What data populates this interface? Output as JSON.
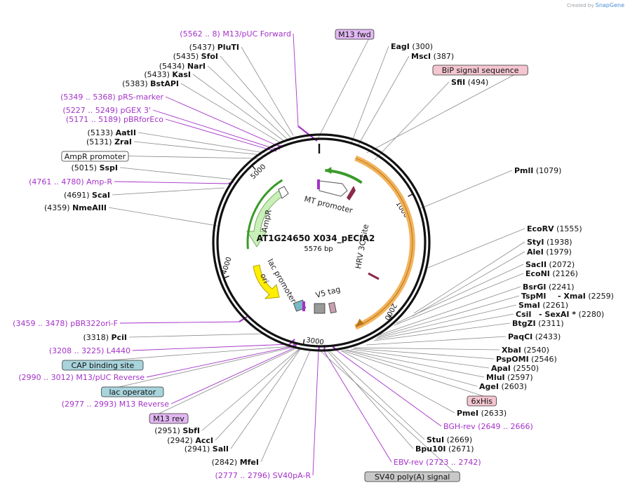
{
  "app": {
    "credit_prefix": "Created by",
    "credit_brand": "SnapGene"
  },
  "plasmid": {
    "name": "AT1G24650 X034_pECIA2",
    "length_text": "5576 bp"
  },
  "ticks": [
    "1000",
    "2000",
    "3000",
    "4000",
    "5000"
  ],
  "colors": {
    "primer": "#a432c8",
    "ampR": "#c8f0b8",
    "ori": "#ffee00",
    "orange_feature": "#f2b35a",
    "green_arrow": "#3a9a2a",
    "box_pink": "#f4c6d0",
    "box_purple": "#e2b8f3",
    "box_teal": "#a8d4dc",
    "box_gray": "#c8c8c8"
  },
  "left_labels": [
    {
      "pos": "(5562 .. 8)",
      "name": "M13/pUC Forward",
      "kind": "primer"
    },
    {
      "pos": "(5437)",
      "name": "PluTI",
      "kind": "enzyme"
    },
    {
      "pos": "(5435)",
      "name": "SfoI",
      "kind": "enzyme"
    },
    {
      "pos": "(5434)",
      "name": "NarI",
      "kind": "enzyme"
    },
    {
      "pos": "(5433)",
      "name": "KasI",
      "kind": "enzyme"
    },
    {
      "pos": "(5383)",
      "name": "BstAPI",
      "kind": "enzyme"
    },
    {
      "pos": "(5349 .. 5368)",
      "name": "pRS-marker",
      "kind": "primer"
    },
    {
      "pos": "(5227 .. 5249)",
      "name": "pGEX 3'",
      "kind": "primer"
    },
    {
      "pos": "(5171 .. 5189)",
      "name": "pBRforEco",
      "kind": "primer"
    },
    {
      "pos": "(5133)",
      "name": "AatII",
      "kind": "enzyme"
    },
    {
      "pos": "(5131)",
      "name": "ZraI",
      "kind": "enzyme"
    },
    {
      "pos": "",
      "name": "AmpR promoter",
      "kind": "box-white"
    },
    {
      "pos": "(5015)",
      "name": "SspI",
      "kind": "enzyme"
    },
    {
      "pos": "(4761 .. 4780)",
      "name": "Amp-R",
      "kind": "primer"
    },
    {
      "pos": "(4691)",
      "name": "ScaI",
      "kind": "enzyme"
    },
    {
      "pos": "(4359)",
      "name": "NmeAIII",
      "kind": "enzyme"
    },
    {
      "pos": "(3459 .. 3478)",
      "name": "pBR322ori-F",
      "kind": "primer"
    },
    {
      "pos": "(3318)",
      "name": "PciI",
      "kind": "enzyme"
    },
    {
      "pos": "(3208 .. 3225)",
      "name": "L4440",
      "kind": "primer"
    },
    {
      "pos": "",
      "name": "CAP binding site",
      "kind": "box-teal"
    },
    {
      "pos": "(2990 .. 3012)",
      "name": "M13/pUC Reverse",
      "kind": "primer"
    },
    {
      "pos": "",
      "name": "lac operator",
      "kind": "box-teal"
    },
    {
      "pos": "(2977 .. 2993)",
      "name": "M13 Reverse",
      "kind": "primer"
    },
    {
      "pos": "",
      "name": "M13 rev",
      "kind": "box-purple"
    },
    {
      "pos": "(2951)",
      "name": "SbfI",
      "kind": "enzyme"
    },
    {
      "pos": "(2942)",
      "name": "AccI",
      "kind": "enzyme"
    },
    {
      "pos": "(2941)",
      "name": "SalI",
      "kind": "enzyme"
    },
    {
      "pos": "(2842)",
      "name": "MfeI",
      "kind": "enzyme"
    },
    {
      "pos": "(2777 .. 2796)",
      "name": "SV40pA-R",
      "kind": "primer"
    }
  ],
  "right_labels": [
    {
      "pos": "",
      "name": "M13 fwd",
      "kind": "box-purple"
    },
    {
      "pos": "(300)",
      "name": "EagI",
      "kind": "enzyme"
    },
    {
      "pos": "(387)",
      "name": "MscI",
      "kind": "enzyme"
    },
    {
      "pos": "",
      "name": "BiP signal sequence",
      "kind": "box-pink"
    },
    {
      "pos": "(494)",
      "name": "SfiI",
      "kind": "enzyme"
    },
    {
      "pos": "(1079)",
      "name": "PmlI",
      "kind": "enzyme"
    },
    {
      "pos": "(1555)",
      "name": "EcoRV",
      "kind": "enzyme"
    },
    {
      "pos": "(1938)",
      "name": "StyI",
      "kind": "enzyme"
    },
    {
      "pos": "(1979)",
      "name": "AleI",
      "kind": "enzyme"
    },
    {
      "pos": "(2072)",
      "name": "SacII",
      "kind": "enzyme"
    },
    {
      "pos": "(2126)",
      "name": "EcoNI",
      "kind": "enzyme"
    },
    {
      "pos": "(2241)",
      "name": "BsrGI",
      "kind": "enzyme"
    },
    {
      "pos": "",
      "name": "TspMI",
      "kind": "enzyme"
    },
    {
      "pos": "(2259)",
      "name": "- XmaI",
      "kind": "enzyme"
    },
    {
      "pos": "(2261)",
      "name": "SmaI",
      "kind": "enzyme"
    },
    {
      "pos": "",
      "name": "CsiI",
      "kind": "enzyme"
    },
    {
      "pos": "(2280)",
      "name": "- SexAI *",
      "kind": "enzyme"
    },
    {
      "pos": "(2311)",
      "name": "BtgZI",
      "kind": "enzyme"
    },
    {
      "pos": "(2433)",
      "name": "PaqCI",
      "kind": "enzyme"
    },
    {
      "pos": "(2540)",
      "name": "XbaI",
      "kind": "enzyme"
    },
    {
      "pos": "(2546)",
      "name": "PspOMI",
      "kind": "enzyme"
    },
    {
      "pos": "(2550)",
      "name": "ApaI",
      "kind": "enzyme"
    },
    {
      "pos": "(2597)",
      "name": "MluI",
      "kind": "enzyme"
    },
    {
      "pos": "(2603)",
      "name": "AgeI",
      "kind": "enzyme"
    },
    {
      "pos": "",
      "name": "6xHis",
      "kind": "box-pink"
    },
    {
      "pos": "(2633)",
      "name": "PmeI",
      "kind": "enzyme"
    },
    {
      "pos": "(2649 .. 2666)",
      "name": "BGH-rev",
      "kind": "primer"
    },
    {
      "pos": "(2669)",
      "name": "StuI",
      "kind": "enzyme"
    },
    {
      "pos": "(2671)",
      "name": "Bpu10I",
      "kind": "enzyme"
    },
    {
      "pos": "(2723 .. 2742)",
      "name": "EBV-rev",
      "kind": "primer"
    },
    {
      "pos": "",
      "name": "SV40 poly(A) signal",
      "kind": "box-gray"
    }
  ],
  "inner_features": {
    "mt_promoter": "MT promoter",
    "ampr": "AmpR",
    "lac_promoter": "lac promoter",
    "ori": "ori",
    "hrv": "HRV 3C site",
    "v5": "V5 tag"
  }
}
